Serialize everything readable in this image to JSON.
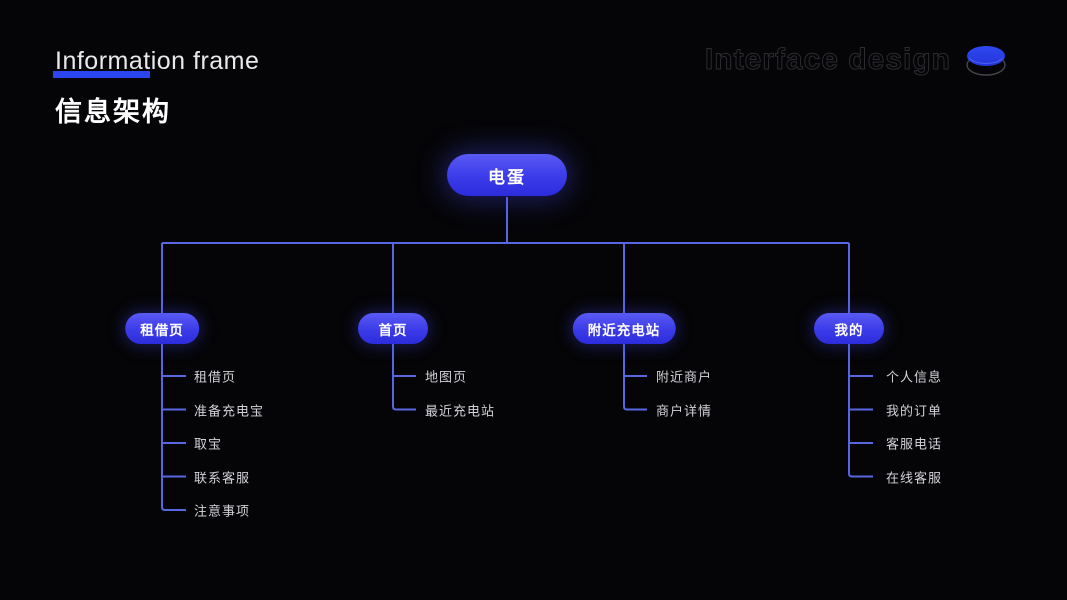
{
  "header": {
    "title_en": "Information frame",
    "title_zh": "信息架构",
    "watermark": "Interface design"
  },
  "icons": {
    "coin_icon": "coin-icon"
  },
  "colors": {
    "background": "#050507",
    "accent_underline": "#2b45f0",
    "connector": "#5866e2",
    "pill_gradient_top": "#5a5af4",
    "pill_gradient_bottom": "#2c2cdc",
    "leaf_text": "#d2d3d8",
    "coin_top": "#2b43ee",
    "watermark_stroke": "#2c2c31"
  },
  "tree": {
    "root": "电蛋",
    "branches": [
      {
        "label": "租借页",
        "children": [
          "租借页",
          "准备充电宝",
          "取宝",
          "联系客服",
          "注意事项"
        ]
      },
      {
        "label": "首页",
        "children": [
          "地图页",
          "最近充电站"
        ]
      },
      {
        "label": "附近充电站",
        "children": [
          "附近商户",
          "商户详情"
        ]
      },
      {
        "label": "我的",
        "children": [
          "个人信息",
          "我的订单",
          "客服电话",
          "在线客服"
        ]
      }
    ]
  }
}
